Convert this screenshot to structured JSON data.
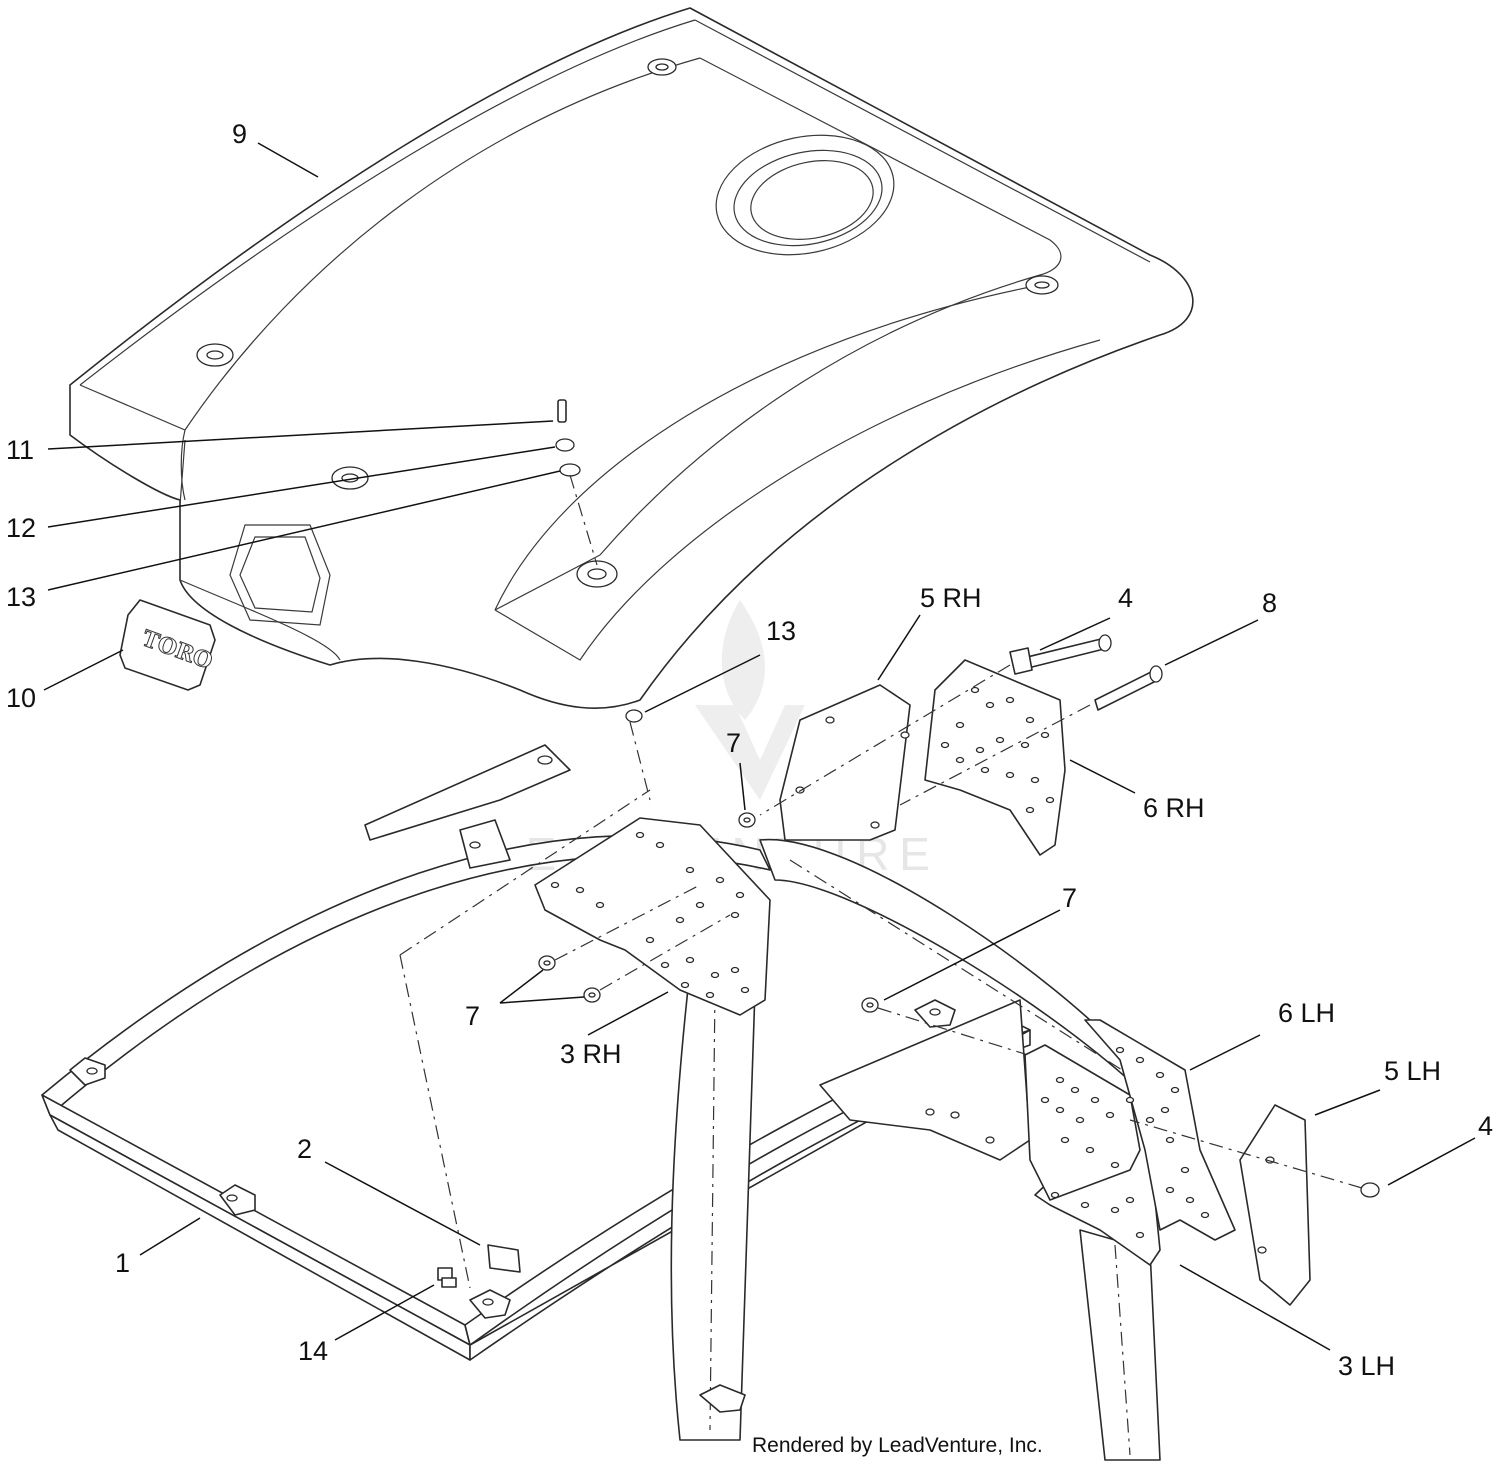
{
  "callouts": {
    "c1": "1",
    "c2": "2",
    "c3rh": "3 RH",
    "c3lh": "3  LH",
    "c4a": "4",
    "c4b": "4",
    "c5rh": "5 RH",
    "c5lh": "5 LH",
    "c6rh": "6 RH",
    "c6lh": "6  LH",
    "c7a": "7",
    "c7b": "7",
    "c7c": "7",
    "c8": "8",
    "c9": "9",
    "c10": "10",
    "c11": "11",
    "c12": "12",
    "c13a": "13",
    "c13b": "13",
    "c14": "14"
  },
  "decal_text": "TORO",
  "watermark": "LEADVENTURE",
  "credit": "Rendered by LeadVenture, Inc."
}
